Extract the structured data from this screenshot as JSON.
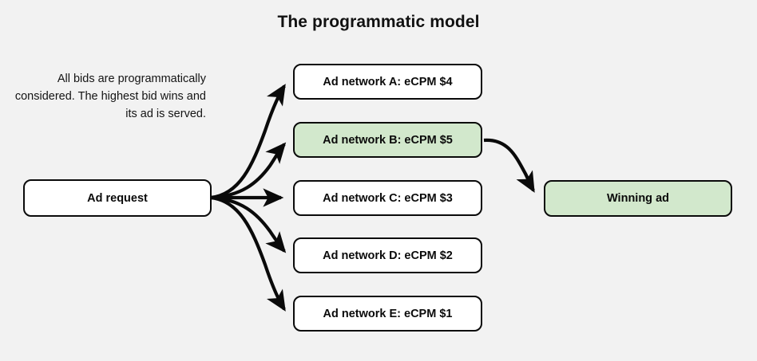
{
  "title": "The programmatic model",
  "description": "All bids are programmatically considered. The highest bid wins and its ad is served.",
  "colors": {
    "background": "#f2f2f2",
    "node_fill": "#ffffff",
    "highlight_fill": "#d2e8cc",
    "stroke": "#0a0a0a",
    "text": "#111111"
  },
  "nodes": {
    "request": {
      "label": "Ad request",
      "highlighted": false
    },
    "winner": {
      "label": "Winning ad",
      "highlighted": true
    }
  },
  "networks": [
    {
      "label": "Ad network A: eCPM $4",
      "network": "A",
      "ecpm": 4,
      "highlighted": false
    },
    {
      "label": "Ad network B: eCPM $5",
      "network": "B",
      "ecpm": 5,
      "highlighted": true
    },
    {
      "label": "Ad network C: eCPM $3",
      "network": "C",
      "ecpm": 3,
      "highlighted": false
    },
    {
      "label": "Ad network D: eCPM $2",
      "network": "D",
      "ecpm": 2,
      "highlighted": false
    },
    {
      "label": "Ad network E: eCPM $1",
      "network": "E",
      "ecpm": 1,
      "highlighted": false
    }
  ]
}
